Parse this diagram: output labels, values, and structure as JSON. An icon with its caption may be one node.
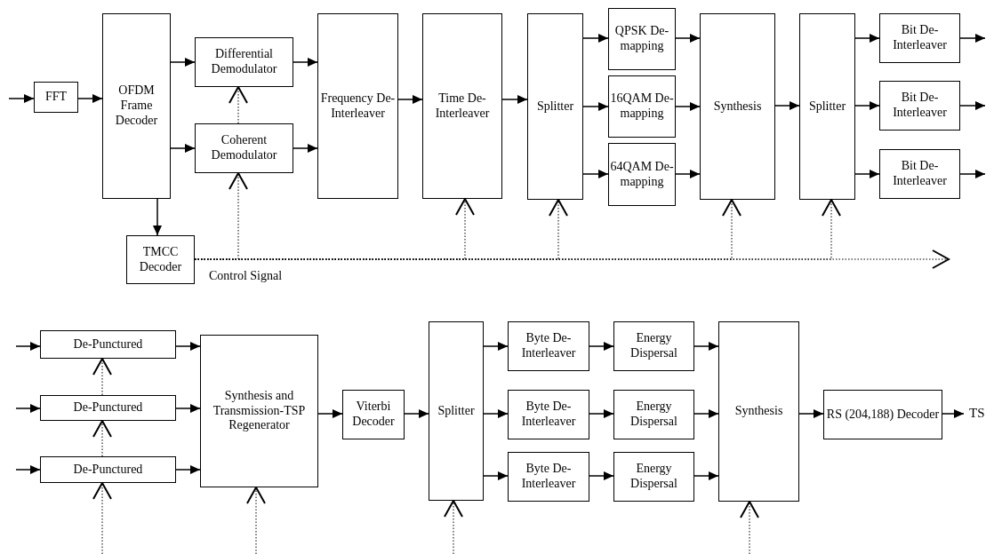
{
  "diagram": {
    "nodes": [
      {
        "text": [
          "FFT"
        ]
      },
      {
        "text": [
          "OFDM Frame Decoder"
        ]
      },
      {
        "text": [
          "Differential Demodulator"
        ]
      },
      {
        "text": [
          "Coherent Demodulator"
        ]
      },
      {
        "text": [
          "Frequency De-Interleaver"
        ]
      },
      {
        "text": [
          "Time De-Interleaver"
        ]
      },
      {
        "text": [
          "Splitter"
        ]
      },
      {
        "text": [
          "QPSK De-mapping"
        ]
      },
      {
        "text": [
          "16QAM De-mapping"
        ]
      },
      {
        "text": [
          "64QAM De-mapping"
        ]
      },
      {
        "text": [
          "Synthesis"
        ]
      },
      {
        "text": [
          "Splitter"
        ]
      },
      {
        "text": [
          "Bit De-Interleaver"
        ]
      },
      {
        "text": [
          "Bit De-Interleaver"
        ]
      },
      {
        "text": [
          "Bit De-Interleaver"
        ]
      },
      {
        "text": [
          "TMCC Decoder"
        ]
      },
      {
        "text": [
          "De-Punctured"
        ]
      },
      {
        "text": [
          "De-Punctured"
        ]
      },
      {
        "text": [
          "De-Punctured"
        ]
      },
      {
        "text": [
          "Synthesis and Transmission-TSP Regenerator"
        ]
      },
      {
        "text": [
          "Viterbi Decoder"
        ]
      },
      {
        "text": [
          "Splitter"
        ]
      },
      {
        "text": [
          "Byte De-Interleaver"
        ]
      },
      {
        "text": [
          "Byte De-Interleaver"
        ]
      },
      {
        "text": [
          "Byte De-Interleaver"
        ]
      },
      {
        "text": [
          "Energy Dispersal"
        ]
      },
      {
        "text": [
          "Energy Dispersal"
        ]
      },
      {
        "text": [
          "Energy Dispersal"
        ]
      },
      {
        "text": [
          "Synthesis"
        ]
      },
      {
        "text": [
          "RS (204,188) Decoder"
        ]
      },
      {
        "text": [
          "TS"
        ]
      }
    ],
    "edges": [
      {
        "from": null,
        "to": 0,
        "arrow": "to"
      },
      {
        "from": 0,
        "to": 1,
        "arrow": "to"
      },
      {
        "from": 1,
        "to": 2,
        "arrow": "to"
      },
      {
        "from": 1,
        "to": 3,
        "arrow": "to"
      },
      {
        "from": 2,
        "to": 4,
        "arrow": "to"
      },
      {
        "from": 3,
        "to": 4,
        "arrow": "to"
      },
      {
        "from": 4,
        "to": 5,
        "arrow": "to"
      },
      {
        "from": 5,
        "to": 6,
        "arrow": "to"
      },
      {
        "from": 6,
        "to": 7,
        "arrow": "to"
      },
      {
        "from": 6,
        "to": 8,
        "arrow": "to"
      },
      {
        "from": 6,
        "to": 9,
        "arrow": "to"
      },
      {
        "from": 7,
        "to": 10,
        "arrow": "to"
      },
      {
        "from": 8,
        "to": 10,
        "arrow": "to"
      },
      {
        "from": 9,
        "to": 10,
        "arrow": "to"
      },
      {
        "from": 10,
        "to": 11,
        "arrow": "to"
      },
      {
        "from": 11,
        "to": 12,
        "arrow": "to"
      },
      {
        "from": 11,
        "to": 13,
        "arrow": "to"
      },
      {
        "from": 11,
        "to": 14,
        "arrow": "to"
      },
      {
        "from": 12,
        "to": null,
        "arrow": "to"
      },
      {
        "from": 13,
        "to": null,
        "arrow": "to"
      },
      {
        "from": 14,
        "to": null,
        "arrow": "to"
      },
      {
        "from": 1,
        "to": 15,
        "arrow": "to"
      },
      {
        "from": 15,
        "to": 3,
        "arrow": "to",
        "style": "dashed"
      },
      {
        "from": 3,
        "to": 2,
        "arrow": "to",
        "style": "dashed"
      },
      {
        "from": 15,
        "to": 5,
        "arrow": "to",
        "style": "dashed"
      },
      {
        "from": 15,
        "to": 6,
        "arrow": "to",
        "style": "dashed"
      },
      {
        "from": 15,
        "to": 10,
        "arrow": "to",
        "style": "dashed"
      },
      {
        "from": 15,
        "to": 11,
        "arrow": "to",
        "style": "dashed"
      },
      {
        "from": 15,
        "to": null,
        "arrow": "to",
        "style": "dashed",
        "label": "Control Signal"
      },
      {
        "from": null,
        "to": 16,
        "arrow": "to"
      },
      {
        "from": null,
        "to": 17,
        "arrow": "to"
      },
      {
        "from": null,
        "to": 18,
        "arrow": "to"
      },
      {
        "from": 16,
        "to": 19,
        "arrow": "to"
      },
      {
        "from": 17,
        "to": 19,
        "arrow": "to"
      },
      {
        "from": 18,
        "to": 19,
        "arrow": "to"
      },
      {
        "from": 19,
        "to": 20,
        "arrow": "to"
      },
      {
        "from": 20,
        "to": 21,
        "arrow": "to"
      },
      {
        "from": 21,
        "to": 22,
        "arrow": "to"
      },
      {
        "from": 21,
        "to": 23,
        "arrow": "to"
      },
      {
        "from": 21,
        "to": 24,
        "arrow": "to"
      },
      {
        "from": 22,
        "to": 25,
        "arrow": "to"
      },
      {
        "from": 23,
        "to": 26,
        "arrow": "to"
      },
      {
        "from": 24,
        "to": 27,
        "arrow": "to"
      },
      {
        "from": 25,
        "to": 28,
        "arrow": "to"
      },
      {
        "from": 26,
        "to": 28,
        "arrow": "to"
      },
      {
        "from": 27,
        "to": 28,
        "arrow": "to"
      },
      {
        "from": 28,
        "to": 29,
        "arrow": "to"
      },
      {
        "from": 29,
        "to": 30,
        "arrow": "to"
      },
      {
        "from": null,
        "to": 18,
        "arrow": "to",
        "style": "dashed"
      },
      {
        "from": 18,
        "to": 17,
        "arrow": "to",
        "style": "dashed"
      },
      {
        "from": 17,
        "to": 16,
        "arrow": "to",
        "style": "dashed"
      },
      {
        "from": null,
        "to": 19,
        "arrow": "to",
        "style": "dashed"
      },
      {
        "from": null,
        "to": 21,
        "arrow": "to",
        "style": "dashed"
      },
      {
        "from": null,
        "to": 28,
        "arrow": "to",
        "style": "dashed"
      }
    ]
  }
}
